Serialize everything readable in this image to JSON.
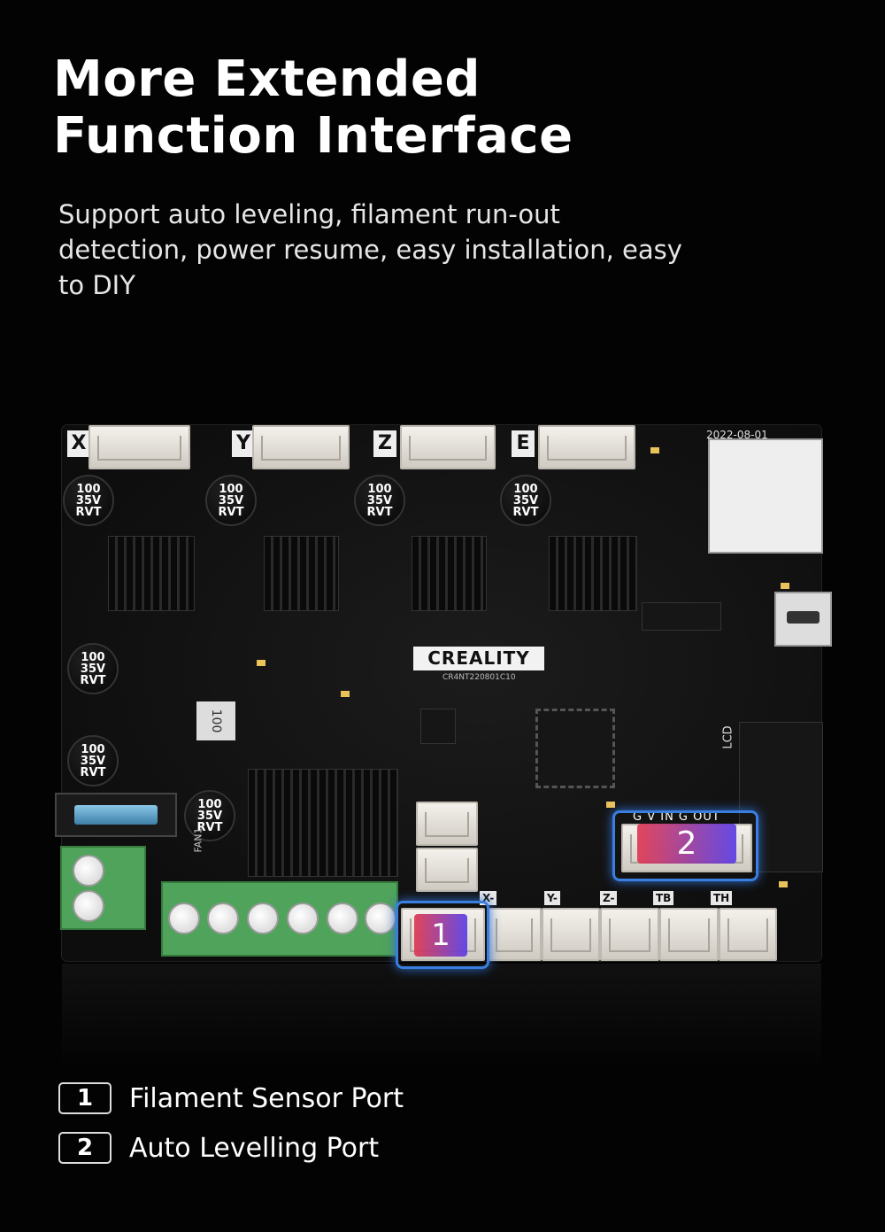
{
  "header": {
    "title_line1": "More Extended",
    "title_line2": "Function Interface",
    "subtitle": "Support auto leveling, filament run-out detection, power resume, easy installation, easy to DIY"
  },
  "board": {
    "brand": "CREALITY",
    "model": "CR4NT220801C10",
    "date": "2022-08-01",
    "motor_labels": [
      "X",
      "Y",
      "Z",
      "E"
    ],
    "capacitor": {
      "l1": "100",
      "l2": "35V",
      "l3": "RVT"
    },
    "inductor": "100",
    "lcd": "LCD",
    "fan": "FAN1",
    "endstop_labels": [
      "X-",
      "Y-",
      "Z-",
      "TB",
      "TH"
    ],
    "level_pins": "G V IN G OUT",
    "markers": [
      "1",
      "2"
    ]
  },
  "legend": [
    {
      "num": "1",
      "label": "Filament Sensor Port"
    },
    {
      "num": "2",
      "label": "Auto Levelling Port"
    }
  ],
  "colors": {
    "highlight": "#3a7fe0",
    "badge_from": "#e0384f",
    "badge_to": "#5a3ee6",
    "terminal": "#4fa35a"
  }
}
